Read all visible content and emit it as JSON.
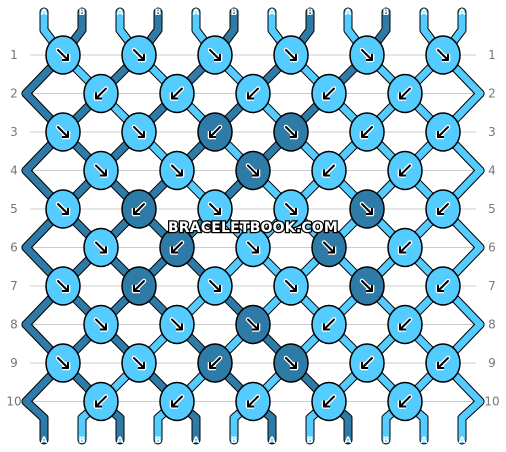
{
  "colors": {
    "A": "#55ccff",
    "B": "#2e7ba8",
    "outline": "#000000",
    "grid": "#cccccc",
    "background": "#ffffff"
  },
  "watermark": "BRACELETBOOK.COM",
  "row_labels": [
    "1",
    "2",
    "3",
    "4",
    "5",
    "6",
    "7",
    "8",
    "9",
    "10"
  ],
  "strands_top": [
    "A",
    "B",
    "A",
    "B",
    "A",
    "B",
    "A",
    "B",
    "A",
    "B",
    "A",
    "A"
  ],
  "strands_bottom": [
    "A",
    "B",
    "A",
    "B",
    "A",
    "B",
    "A",
    "B",
    "A",
    "B",
    "A",
    "A"
  ],
  "knot_rows": [
    [
      {
        "c": "A",
        "d": "r"
      },
      {
        "c": "A",
        "d": "r"
      },
      {
        "c": "A",
        "d": "r"
      },
      {
        "c": "A",
        "d": "r"
      },
      {
        "c": "A",
        "d": "r"
      },
      {
        "c": "A",
        "d": "r"
      }
    ],
    [
      {
        "c": "A",
        "d": "l"
      },
      {
        "c": "A",
        "d": "l"
      },
      {
        "c": "A",
        "d": "l"
      },
      {
        "c": "A",
        "d": "l"
      },
      {
        "c": "A",
        "d": "l"
      }
    ],
    [
      {
        "c": "A",
        "d": "r"
      },
      {
        "c": "A",
        "d": "r"
      },
      {
        "c": "B",
        "d": "l"
      },
      {
        "c": "B",
        "d": "r"
      },
      {
        "c": "A",
        "d": "l"
      },
      {
        "c": "A",
        "d": "l"
      }
    ],
    [
      {
        "c": "A",
        "d": "r"
      },
      {
        "c": "A",
        "d": "r"
      },
      {
        "c": "B",
        "d": "r"
      },
      {
        "c": "A",
        "d": "l"
      },
      {
        "c": "A",
        "d": "l"
      }
    ],
    [
      {
        "c": "A",
        "d": "r"
      },
      {
        "c": "B",
        "d": "l"
      },
      {
        "c": "A",
        "d": "r"
      },
      {
        "c": "A",
        "d": "r"
      },
      {
        "c": "B",
        "d": "r"
      },
      {
        "c": "A",
        "d": "l"
      }
    ],
    [
      {
        "c": "A",
        "d": "r"
      },
      {
        "c": "B",
        "d": "l"
      },
      {
        "c": "A",
        "d": "r"
      },
      {
        "c": "B",
        "d": "r"
      },
      {
        "c": "A",
        "d": "l"
      }
    ],
    [
      {
        "c": "A",
        "d": "r"
      },
      {
        "c": "B",
        "d": "l"
      },
      {
        "c": "A",
        "d": "r"
      },
      {
        "c": "A",
        "d": "r"
      },
      {
        "c": "B",
        "d": "r"
      },
      {
        "c": "A",
        "d": "l"
      }
    ],
    [
      {
        "c": "A",
        "d": "r"
      },
      {
        "c": "A",
        "d": "r"
      },
      {
        "c": "B",
        "d": "r"
      },
      {
        "c": "A",
        "d": "l"
      },
      {
        "c": "A",
        "d": "l"
      }
    ],
    [
      {
        "c": "A",
        "d": "r"
      },
      {
        "c": "A",
        "d": "r"
      },
      {
        "c": "B",
        "d": "l"
      },
      {
        "c": "B",
        "d": "r"
      },
      {
        "c": "A",
        "d": "l"
      },
      {
        "c": "A",
        "d": "l"
      }
    ],
    [
      {
        "c": "A",
        "d": "l"
      },
      {
        "c": "A",
        "d": "l"
      },
      {
        "c": "A",
        "d": "l"
      },
      {
        "c": "A",
        "d": "l"
      },
      {
        "c": "A",
        "d": "l"
      }
    ]
  ]
}
